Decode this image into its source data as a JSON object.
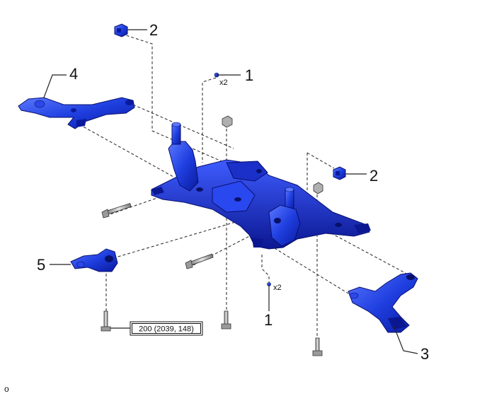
{
  "callouts": {
    "c1_top": "1",
    "c1_bottom": "1",
    "c2_top": "2",
    "c2_right": "2",
    "c3": "3",
    "c4": "4",
    "c5": "5"
  },
  "quantities": {
    "q_top": "x2",
    "q_bottom": "x2"
  },
  "torque": {
    "value": "200 (2039, 148)"
  },
  "corner_label": "o",
  "colors": {
    "part_dark": "#0a1a9e",
    "part_mid": "#1f3fe0",
    "part_light": "#4d6bff",
    "bolt": "#bdbdbd"
  }
}
